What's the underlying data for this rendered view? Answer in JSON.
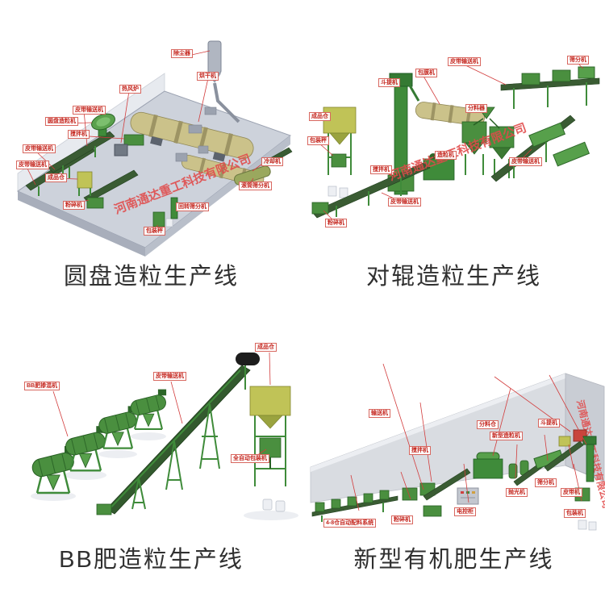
{
  "page": {
    "background": "#ffffff"
  },
  "watermark": "河南通达重工科技有限公司",
  "colors": {
    "label_red": "#c5271f",
    "watermark_red": "#e14a4a",
    "machine_green": "#3f8b3a",
    "drum_tan": "#cbc28a",
    "platform_gray": "#cdd2db",
    "caption_text": "#303030"
  },
  "panels": {
    "disc": {
      "caption": "圆盘造粒生产线",
      "labels": [
        "除尘器",
        "烘干机",
        "热风炉",
        "皮带输送机",
        "圆盘造粒机",
        "搅拌机",
        "皮带输送机",
        "皮带输送机",
        "成品仓",
        "粉碎机",
        "包装秤",
        "冷却机",
        "滚筒筛分机",
        "回转筛分机"
      ]
    },
    "roller": {
      "caption": "对辊造粒生产线",
      "labels": [
        "斗提机",
        "包膜机",
        "皮带输送机",
        "筛分机",
        "分料器",
        "成品仓",
        "包装秤",
        "造粒机",
        "搅拌机",
        "粉碎机",
        "皮带输送机",
        "皮带输送机"
      ]
    },
    "bb": {
      "caption": "BB肥造粒生产线",
      "labels": [
        "BB肥掺混机",
        "皮带输送机",
        "成品仓",
        "全自动包装机"
      ]
    },
    "organic": {
      "caption": "新型有机肥生产线",
      "labels": [
        "分料仓",
        "输送机",
        "斗提机",
        "新型造粒机",
        "抛光机",
        "筛分机",
        "皮带机",
        "电控柜",
        "4-8仓自动配料系统",
        "粉碎机",
        "包装机",
        "搅拌机"
      ]
    }
  }
}
